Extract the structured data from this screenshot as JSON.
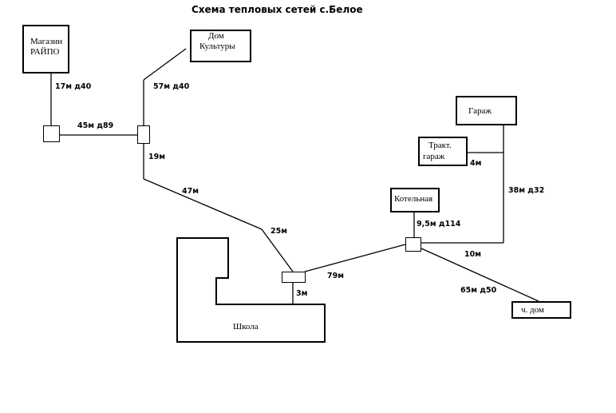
{
  "title": "Схема тепловых сетей с.Белое",
  "buildings": {
    "magazin_line1": "Магазин",
    "magazin_line2": "РАЙПО",
    "dom_line1": "Дом",
    "dom_line2": "Культуры",
    "garazh": "Гараж",
    "trakt_line1": "Тракт.",
    "trakt_line2": "гараж",
    "kotelnaya": "Котельная",
    "shkola": "Школа",
    "ch_dom": "ч. дом"
  },
  "labels": {
    "seg_17": "17м д40",
    "seg_57": "57м д40",
    "seg_45": "45м д89",
    "seg_19": "19м",
    "seg_47": "47м",
    "seg_25": "25м",
    "seg_79": "79м",
    "seg_3": "3м",
    "seg_95": "9,5м д114",
    "seg_4": "4м",
    "seg_38": "38м д32",
    "seg_10": "10м",
    "seg_65": "65м д50"
  }
}
